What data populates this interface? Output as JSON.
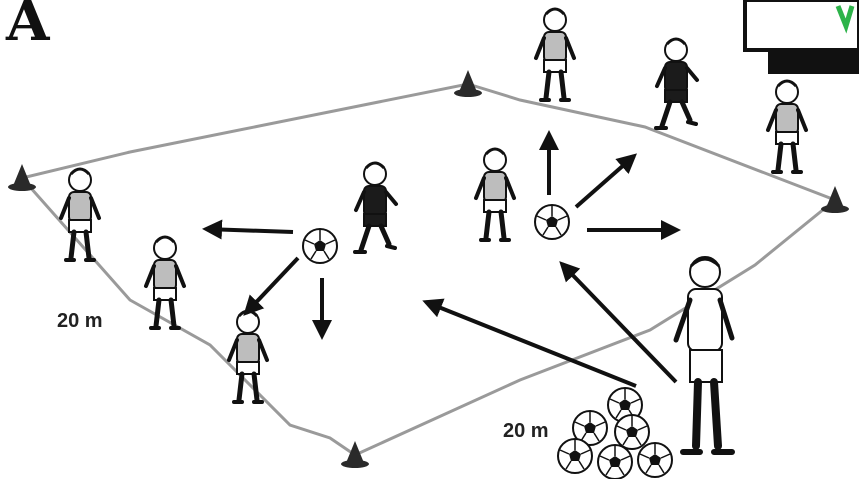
{
  "section_letter": "A",
  "labels": {
    "width_dimension": "20 m",
    "length_dimension": "20 m"
  },
  "colors": {
    "line": "#111111",
    "field": "#ffffff",
    "cone": "#2a2a2a",
    "pitch_line": "#9a9a9a",
    "badge_accent": "#2db34a"
  },
  "icons": [
    "cone-icon",
    "soccer-ball-icon",
    "player-figure",
    "arrow-icon",
    "coach-figure",
    "badge-icon"
  ]
}
